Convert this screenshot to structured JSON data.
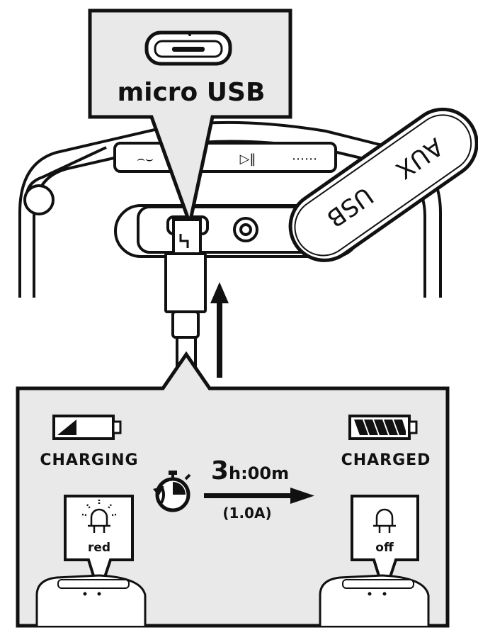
{
  "callout_top": {
    "label": "micro USB"
  },
  "device": {
    "flap_labels": [
      "USB",
      "AUX"
    ],
    "panel_glyphs": [
      "⌢⌣",
      "⋅⋅",
      "▷‖",
      "⋯⋯"
    ]
  },
  "charge_panel": {
    "left": {
      "status": "CHARGING",
      "led_label": "red"
    },
    "right": {
      "status": "CHARGED",
      "led_label": "off"
    },
    "time": {
      "hours": "3",
      "h_unit": "h",
      "sep": ":",
      "minutes": "00",
      "m_unit": "m"
    },
    "current": "(1.0A)"
  },
  "colors": {
    "ink": "#111111",
    "panel_fill": "#e9e9e9",
    "white": "#ffffff"
  },
  "icons": [
    "micro-usb-port-icon",
    "battery-charging-icon",
    "battery-full-icon",
    "stopwatch-icon",
    "led-red-icon",
    "led-off-icon",
    "arrow-up-icon",
    "arrow-right-icon"
  ]
}
